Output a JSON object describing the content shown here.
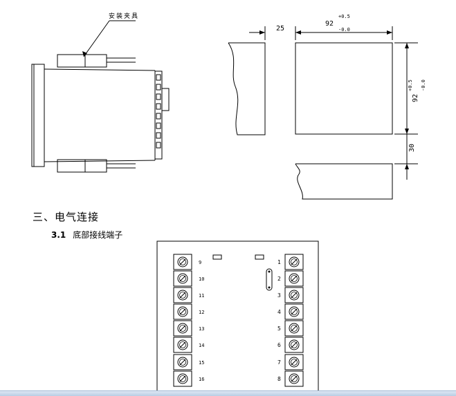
{
  "top_drawing": {
    "clamp_label": "安装夹具"
  },
  "cutout_drawing": {
    "dim_gap": "25",
    "dim_width": "92",
    "dim_width_tol_upper": "+0.5",
    "dim_width_tol_lower": "-0.0",
    "dim_height": "92",
    "dim_height_tol_upper": "+0.5",
    "dim_height_tol_lower": "-0.0",
    "dim_spacing": "30"
  },
  "section": {
    "heading": "三、电气连接",
    "sub_number": "3.1",
    "sub_title": "底部接线端子"
  },
  "terminals": {
    "left": [
      "9",
      "10",
      "11",
      "12",
      "13",
      "14",
      "15",
      "16"
    ],
    "right": [
      "1",
      "2",
      "3",
      "4",
      "5",
      "6",
      "7",
      "8"
    ]
  }
}
